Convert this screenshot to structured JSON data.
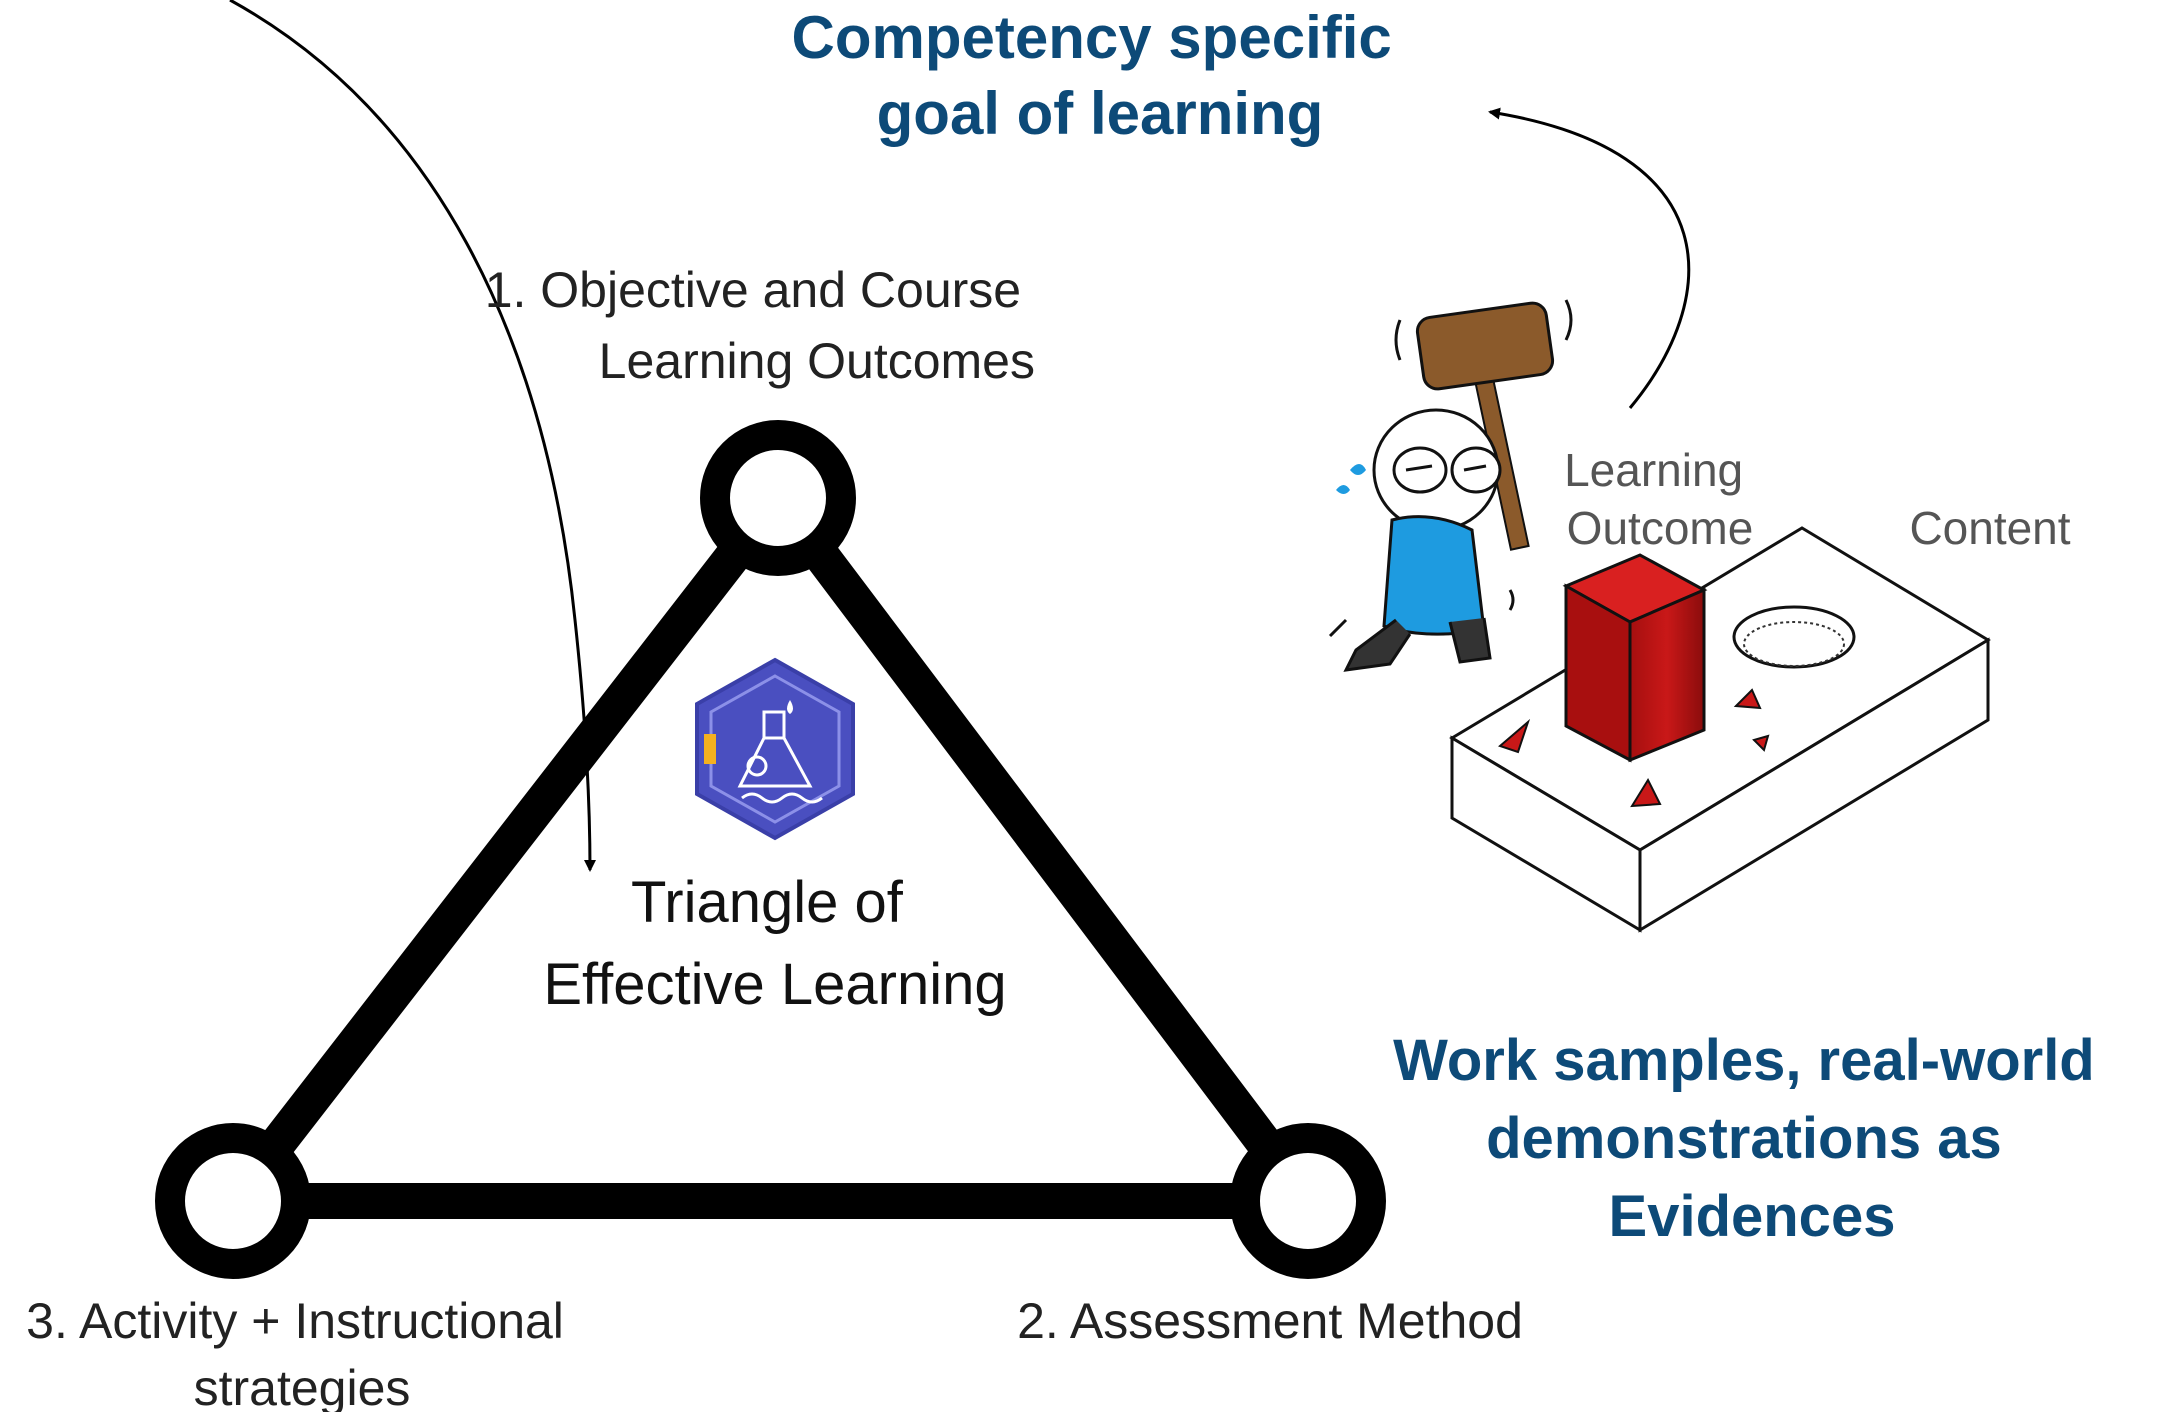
{
  "headline_goal": [
    "Competency specific",
    "goal of learning"
  ],
  "headline_evidence": [
    "Work samples, real-world",
    "demonstrations as",
    "Evidences"
  ],
  "center_label": [
    "Triangle of",
    "Effective Learning"
  ],
  "vertex_top": [
    "1. Objective and Course",
    "Learning Outcomes"
  ],
  "vertex_bottom_left": [
    "3. Activity + Instructional",
    "strategies"
  ],
  "vertex_bottom_right": [
    "2. Assessment Method"
  ],
  "illustration": {
    "peg_label": [
      "Learning",
      "Outcome"
    ],
    "board_label": "Content"
  },
  "colors": {
    "headline": "#0d4a78",
    "triangle": "#000000",
    "peg": "#c91818",
    "shirt": "#1e9be0",
    "badge": "#4a4fc0"
  },
  "icons": [
    "badge-flask-icon",
    "character-hammer-icon",
    "peg-board-icon"
  ]
}
